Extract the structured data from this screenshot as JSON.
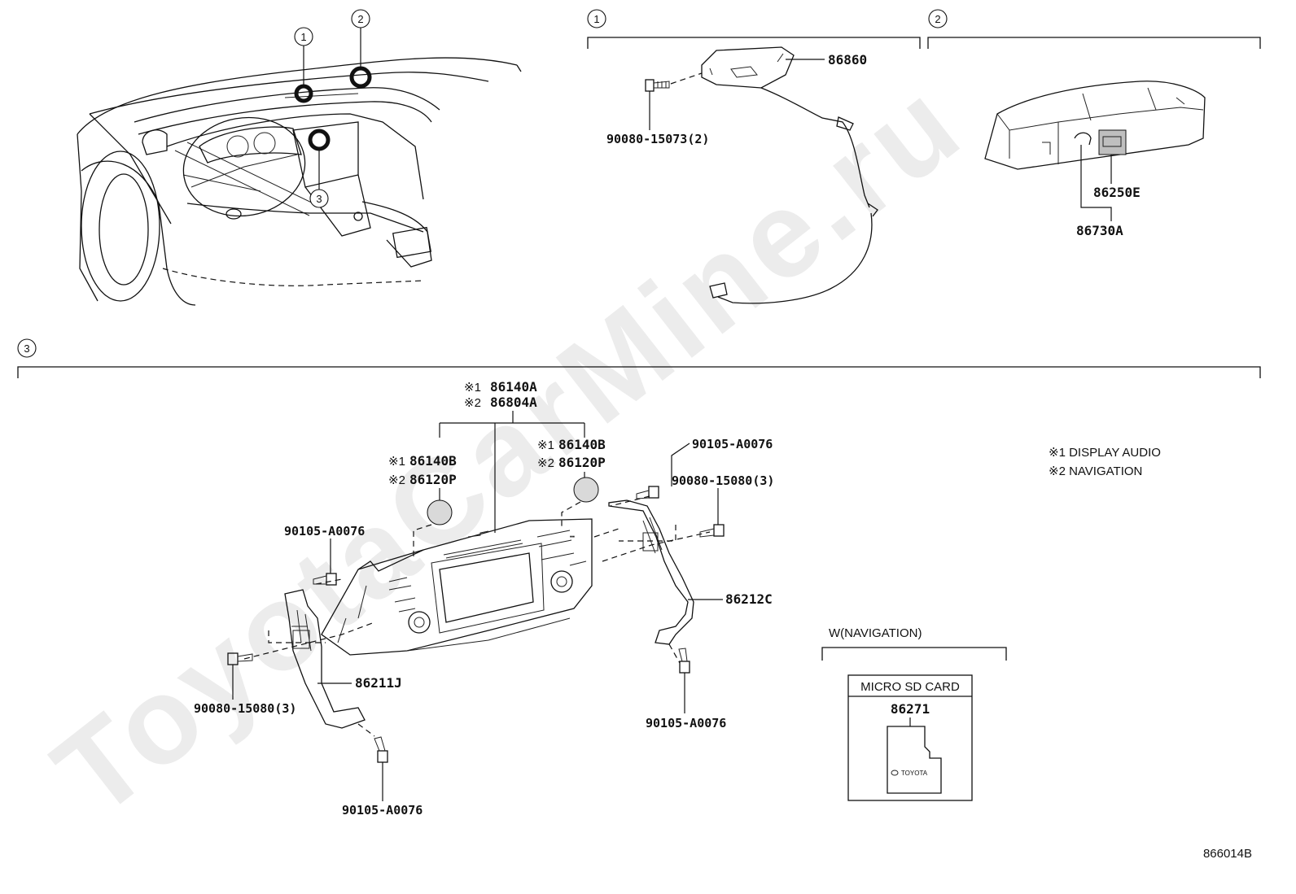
{
  "watermark": "ToyotaCarMine.ru",
  "diagram_code": "866014B",
  "overview": {
    "markers": [
      "1",
      "2",
      "3"
    ]
  },
  "section1": {
    "index": "1",
    "parts": {
      "antenna": "86860",
      "screw": "90080-15073(2)"
    }
  },
  "section2": {
    "index": "2",
    "parts": {
      "module": "86250E",
      "connector": "86730A"
    }
  },
  "section3": {
    "index": "3",
    "main_unit": {
      "line1_mark": "※1",
      "line1_part": "86140A",
      "line2_mark": "※2",
      "line2_part": "86804A"
    },
    "knob_left": {
      "line1_mark": "※1",
      "line1_part": "86140B",
      "line2_mark": "※2",
      "line2_part": "86120P"
    },
    "knob_right": {
      "line1_mark": "※1",
      "line1_part": "86140B",
      "line2_mark": "※2",
      "line2_part": "86120P"
    },
    "bolts": {
      "top_left": "90105-A0076",
      "top_right": "90105-A0076",
      "screw_right": "90080-15080(3)",
      "screw_left": "90080-15080(3)",
      "bottom_right": "90105-A0076",
      "bottom_left": "90105-A0076"
    },
    "brackets": {
      "right": "86212C",
      "left": "86211J"
    }
  },
  "notes": {
    "note1": "※1 DISPLAY AUDIO",
    "note2": "※2 NAVIGATION"
  },
  "navigation_box": {
    "header": "W(NAVIGATION)",
    "card_title": "MICRO SD CARD",
    "card_part": "86271",
    "card_brand": "TOYOTA"
  }
}
